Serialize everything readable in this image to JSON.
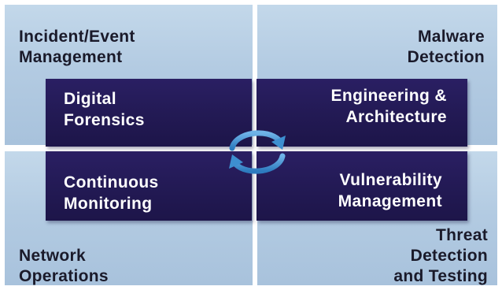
{
  "outer_quadrants": {
    "top_left": "Incident/Event\nManagement",
    "top_right": "Malware\nDetection",
    "bottom_left": "Network\nOperations",
    "bottom_right": "Threat\nDetection\nand Testing"
  },
  "inner_quadrants": {
    "top_left": "Digital\nForensics",
    "top_right": "Engineering &\nArchitecture",
    "bottom_left": "Continuous\nMonitoring",
    "bottom_right": "Vulnerability\nManagement"
  },
  "colors": {
    "outer_fill": "#b3cbe2",
    "inner_fill": "#231a55",
    "cycle_arrow": "#3d8fd0"
  },
  "icons": {
    "center": "cycle-arrows-icon"
  }
}
